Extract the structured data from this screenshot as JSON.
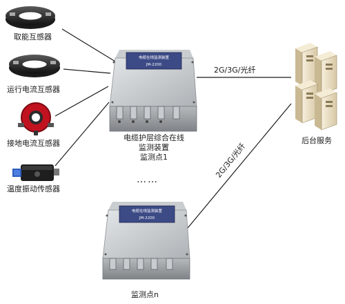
{
  "sensors": [
    {
      "label": "取能互感器",
      "icon": "ring-ct-icon"
    },
    {
      "label": "运行电流互感器",
      "icon": "ring-ct-icon"
    },
    {
      "label": "接地电流互感器",
      "icon": "red-ct-icon"
    },
    {
      "label": "温度振动传感器",
      "icon": "vibration-sensor-icon"
    }
  ],
  "device_top": {
    "plate_title": "电缆在线监测装置",
    "plate_model": "JM-2200",
    "caption_lines": [
      "电缆护层综合在线",
      "监测装置",
      "监测点1"
    ]
  },
  "device_bottom": {
    "plate_title": "电缆在线监测装置",
    "plate_model": "JM-2200",
    "caption": "监测点n"
  },
  "ellipsis": "……",
  "links": {
    "top_label": "2G/3G/光纤",
    "bottom_label": "2G/3G/光纤"
  },
  "server": {
    "label": "后台服务",
    "icon": "server-rack-icon"
  },
  "colors": {
    "line": "#1a1a1a",
    "steel_light": "#d9dcde",
    "steel_dark": "#8e9296",
    "plate": "#3c4a86",
    "ct_red": "#c1121f",
    "server_beige": "#efe3c8"
  }
}
